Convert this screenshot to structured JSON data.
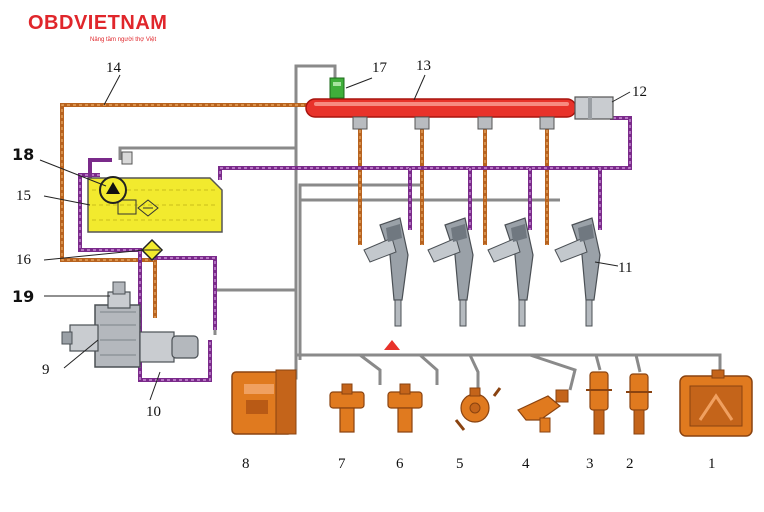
{
  "logo": {
    "brand": "OBDVIETNAM",
    "tagline": "Nâng tầm người thợ Việt"
  },
  "labels": {
    "l1": "1",
    "l2": "2",
    "l3": "3",
    "l4": "4",
    "l5": "5",
    "l6": "6",
    "l7": "7",
    "l8": "8",
    "l9": "9",
    "l10": "10",
    "l11": "11",
    "l12": "12",
    "l13": "13",
    "l14": "14",
    "l15": "15",
    "l16": "16",
    "l17": "17",
    "l18": "18",
    "l19": "19"
  },
  "colors": {
    "brand": "#e0262b",
    "rail": "#e8322a",
    "return_line": "#b8631f",
    "low_pressure": "#7a2a8a",
    "signal_wire": "#8a8a8a",
    "tank": "#f2ea2e",
    "component": "#e07a1f",
    "injector": "#9aa1a8"
  }
}
